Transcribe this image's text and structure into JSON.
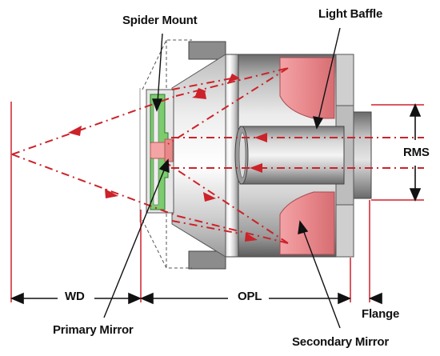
{
  "labels": {
    "spider_mount": "Spider Mount",
    "light_baffle": "Light Baffle",
    "rms": "RMS",
    "wd": "WD",
    "opl": "OPL",
    "flange": "Flange",
    "primary_mirror": "Primary Mirror",
    "secondary_mirror": "Secondary Mirror"
  },
  "colors": {
    "ray": "#cc2229",
    "dimension_line": "#d0202a",
    "mirror_pink": "#e87d82",
    "primary_mirror_pink": "#f3a4a4",
    "spider_green": "#7ccc6e",
    "metal_dark": "#5a5a5a",
    "metal_light": "#dcdcdc"
  }
}
